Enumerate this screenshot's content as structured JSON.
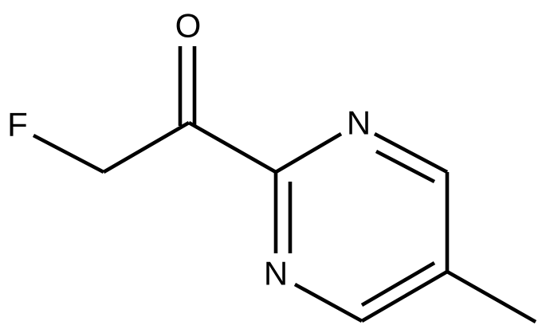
{
  "molecule": {
    "atoms": {
      "oxygen": "O",
      "fluorine": "F",
      "nitrogen_top": "N",
      "nitrogen_bottom": "N"
    },
    "colors": {
      "bond": "#000000",
      "label": "#000000",
      "background": "#ffffff"
    }
  }
}
